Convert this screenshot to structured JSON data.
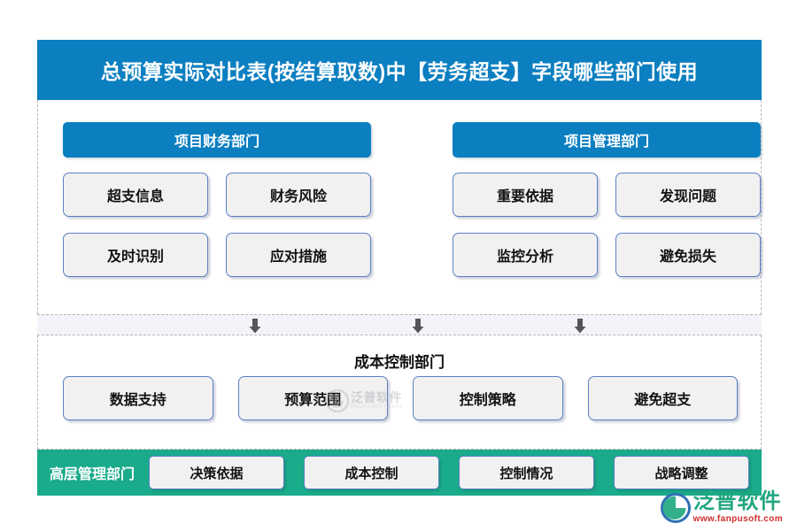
{
  "header": {
    "title": "总预算实际对比表(按结算取数)中【劳务超支】字段哪些部门使用",
    "bg_color": "#0c7fc1"
  },
  "upper": {
    "columns": [
      {
        "header": "项目财务部门",
        "tiles": [
          "超支信息",
          "财务风险",
          "及时识别",
          "应对措施"
        ]
      },
      {
        "header": "项目管理部门",
        "tiles": [
          "重要依据",
          "发现问题",
          "监控分析",
          "避免损失"
        ]
      }
    ]
  },
  "connector": {
    "arrow_icon": "arrow-down-icon",
    "count": 3,
    "color": "#54565c"
  },
  "middle": {
    "title": "成本控制部门",
    "tiles": [
      "数据支持",
      "预算范围",
      "控制策略",
      "避免超支"
    ]
  },
  "bottom": {
    "label": "高层管理部门",
    "bg_color": "#1aab8b",
    "tiles": [
      "决策依据",
      "成本控制",
      "控制情况",
      "战略调整"
    ]
  },
  "watermark_center": {
    "cn": "泛普软件",
    "en": "PANPU SOFTWARE"
  },
  "logo": {
    "cn": "泛普软件",
    "url": "www.fanpusoft.com",
    "brand_color": "#20a57f",
    "url_color": "#cf2c2c"
  },
  "tile_style": {
    "fill": "#f1f1f1",
    "border": "#5b7fc4"
  }
}
